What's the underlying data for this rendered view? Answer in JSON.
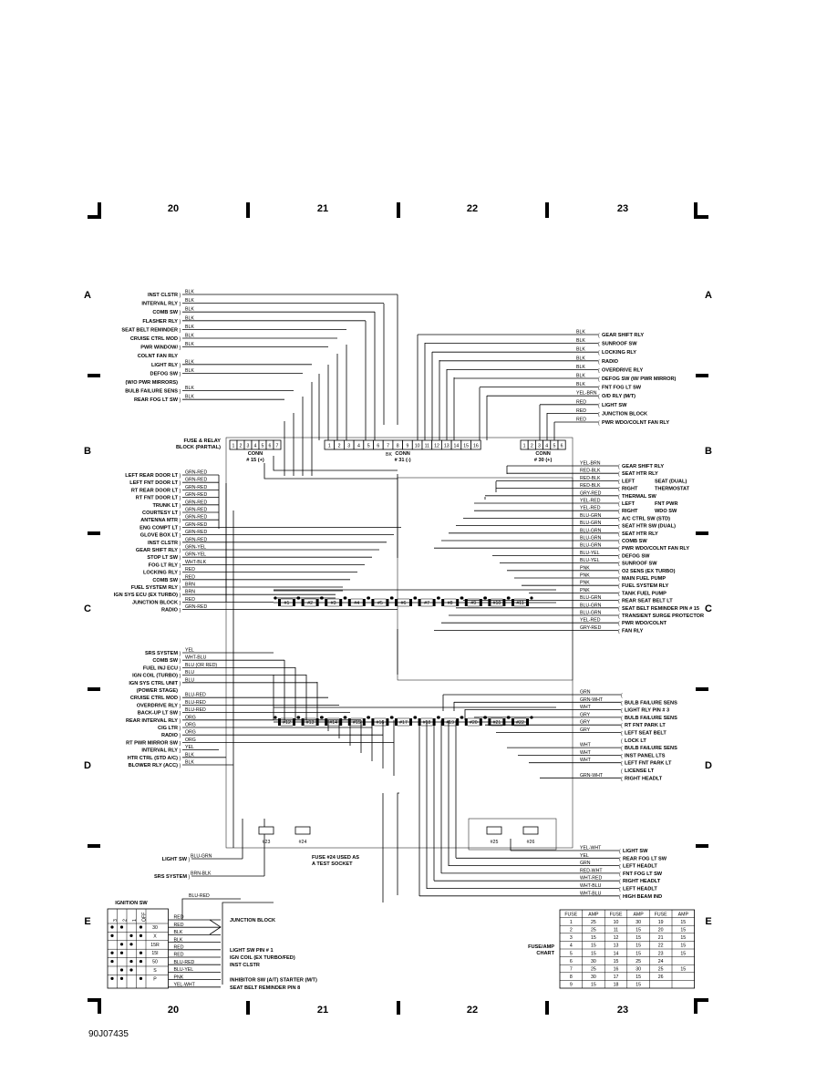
{
  "grid": {
    "columns": [
      "20",
      "21",
      "22",
      "23"
    ],
    "rows": [
      "A",
      "B",
      "C",
      "D",
      "E"
    ]
  },
  "drawing_number": "90J07435",
  "fuse_block": {
    "title_line1": "FUSE & RELAY",
    "title_line2": "BLOCK (PARTIAL)",
    "connectors": [
      {
        "pins": [
          "1",
          "2",
          "3",
          "4",
          "5",
          "6",
          "7"
        ],
        "name_line1": "CONN",
        "name_line2": "# 15 (+)"
      },
      {
        "pins": [
          "1",
          "2",
          "3",
          "4",
          "5",
          "6",
          "7",
          "8",
          "9",
          "10",
          "11",
          "12",
          "13",
          "14",
          "15",
          "16"
        ],
        "name_line1": "CONN",
        "name_line2": "# 31 (-)"
      },
      {
        "pins": [
          "1",
          "2",
          "3",
          "4",
          "5",
          "6"
        ],
        "name_line1": "CONN",
        "name_line2": "# 30 (+)"
      }
    ],
    "fuse_row1": [
      "#1",
      "#2",
      "#3",
      "#4",
      "#5",
      "#6",
      "#7",
      "#8",
      "#9",
      "#10",
      "#11"
    ],
    "fuse_row2": [
      "#12",
      "#13",
      "#14",
      "#15",
      "#16",
      "#17",
      "#18",
      "#19",
      "#20",
      "#21",
      "#22"
    ],
    "fuse_row3": [
      "#23",
      "#24",
      "#25",
      "#26"
    ],
    "socket_note_line1": "FUSE #24 USED AS",
    "socket_note_line2": "A TEST SOCKET"
  },
  "left_top": [
    {
      "label": "INST CLSTR",
      "color": "BLK"
    },
    {
      "label": "INTERVAL RLY",
      "color": "BLK"
    },
    {
      "label": "COMB SW",
      "color": "BLK"
    },
    {
      "label": "FLASHER RLY",
      "color": "BLK"
    },
    {
      "label": "SEAT BELT REMINDER",
      "color": "BLK"
    },
    {
      "label": "CRUISE CTRL MOD",
      "color": "BLK"
    },
    {
      "label": "PWR WINDOW/",
      "color": "BLK"
    },
    {
      "label": "COLNT FAN RLY",
      "color": ""
    },
    {
      "label": "LIGHT RLY",
      "color": "BLK"
    },
    {
      "label": "DEFOG SW",
      "color": "BLK"
    },
    {
      "label": "(W/O PWR MIRRORS)",
      "color": ""
    },
    {
      "label": "BULB FAILURE SENS",
      "color": "BLK"
    },
    {
      "label": "REAR FOG LT SW",
      "color": "BLK"
    }
  ],
  "right_top": [
    {
      "color": "BLK",
      "label": "GEAR SHIFT RLY"
    },
    {
      "color": "BLK",
      "label": "SUNROOF SW"
    },
    {
      "color": "BLK",
      "label": "LOCKING RLY"
    },
    {
      "color": "BLK",
      "label": "RADIO"
    },
    {
      "color": "BLK",
      "label": "OVERDRIVE RLY"
    },
    {
      "color": "BLK",
      "label": "DEFOG SW (W/ PWR MIRROR)"
    },
    {
      "color": "BLK",
      "label": "FNT FOG LT SW"
    },
    {
      "color": "YEL-BRN",
      "label": "O/D RLY (M/T)"
    },
    {
      "color": "RED",
      "label": "LIGHT SW"
    },
    {
      "color": "RED",
      "label": "JUNCTION BLOCK"
    },
    {
      "color": "RED",
      "label": "PWR WDO/COLNT FAN RLY"
    }
  ],
  "left_mid": [
    {
      "label": "LEFT REAR DOOR LT",
      "color": "GRN-RED"
    },
    {
      "label": "LEFT FNT DOOR LT",
      "color": "GRN-RED"
    },
    {
      "label": "RT REAR DOOR LT",
      "color": "GRN-RED"
    },
    {
      "label": "RT FNT DOOR LT",
      "color": "GRN-RED"
    },
    {
      "label": "TRUNK LT",
      "color": "GRN-RED"
    },
    {
      "label": "COURTESY LT",
      "color": "GRN-RED"
    },
    {
      "label": "ANTENNA MTR",
      "color": "GRN-RED"
    },
    {
      "label": "ENG COMPT LT",
      "color": "GRN-RED"
    },
    {
      "label": "GLOVE BOX LT",
      "color": "GRN-RED"
    },
    {
      "label": "INST CLSTR",
      "color": "GRN-RED"
    },
    {
      "label": "GEAR SHIFT RLY",
      "color": "GRN-YEL"
    },
    {
      "label": "STOP LT SW",
      "color": "GRN-YEL"
    },
    {
      "label": "FOG LT RLY",
      "color": "WHT-BLK"
    },
    {
      "label": "LOCKING RLY",
      "color": "RED"
    },
    {
      "label": "COMB SW",
      "color": "RED"
    },
    {
      "label": "FUEL SYSTEM RLY",
      "color": "BRN"
    },
    {
      "label": "IGN SYS ECU (EX TURBO)",
      "color": "BRN"
    },
    {
      "label": "JUNCTION BLOCK",
      "color": "RED"
    },
    {
      "label": "RADIO",
      "color": "GRN-RED"
    }
  ],
  "right_mid": [
    {
      "color": "YEL-BRN",
      "label": "GEAR SHIFT RLY"
    },
    {
      "color": "RED-BLK",
      "label": "SEAT HTR RLY"
    },
    {
      "color": "RED-BLK",
      "label": "LEFT",
      "brace": "SEAT   (DUAL)"
    },
    {
      "color": "RED-BLK",
      "label": "RIGHT",
      "brace": "THERMOSTAT"
    },
    {
      "color": "GRY-RED",
      "label": "THERMAL SW"
    },
    {
      "color": "YEL-RED",
      "label": "LEFT",
      "brace": "FNT PWR"
    },
    {
      "color": "YEL-RED",
      "label": "RIGHT",
      "brace": "WDO SW"
    },
    {
      "color": "BLU-GRN",
      "label": "A/C CTRL SW (STD)"
    },
    {
      "color": "BLU-GRN",
      "label": "SEAT HTR SW (DUAL)"
    },
    {
      "color": "BLU-GRN",
      "label": "SEAT HTR RLY"
    },
    {
      "color": "BLU-GRN",
      "label": "COMB SW"
    },
    {
      "color": "BLU-GRN",
      "label": "PWR WDO/COLNT FAN RLY"
    },
    {
      "color": "BLU-YEL",
      "label": "DEFOG SW"
    },
    {
      "color": "BLU-YEL",
      "label": "SUNROOF SW"
    },
    {
      "color": "PNK",
      "label": "O2 SENS (EX TURBO)"
    },
    {
      "color": "PNK",
      "label": "MAIN FUEL PUMP"
    },
    {
      "color": "PNK",
      "label": "FUEL SYSTEM RLY"
    },
    {
      "color": "PNK",
      "label": "TANK FUEL PUMP"
    },
    {
      "color": "BLU-GRN",
      "label": "REAR SEAT BELT LT"
    },
    {
      "color": "BLU-GRN",
      "label": "SEAT BELT REMINDER PIN # 15"
    },
    {
      "color": "BLU-GRN",
      "label": "TRANSIENT SURGE PROTECTOR"
    },
    {
      "color": "YEL-RED",
      "label": "PWR WDO/COLNT"
    },
    {
      "color": "GRY-RED",
      "label": "FAN RLY"
    }
  ],
  "left_low": [
    {
      "label": "SRS SYSTEM",
      "color": "YEL"
    },
    {
      "label": "COMB SW",
      "color": "WHT-BLU"
    },
    {
      "label": "FUEL INJ ECU",
      "color": "BLU (OR RED)"
    },
    {
      "label": "IGN COIL (TURBO)",
      "color": "BLU"
    },
    {
      "label": "IGN SYS CTRL UNIT",
      "color": "BLU"
    },
    {
      "label": "(POWER STAGE)",
      "color": ""
    },
    {
      "label": "CRUISE CTRL MOD",
      "color": "BLU-RED"
    },
    {
      "label": "OVERDRIVE RLY",
      "color": "BLU-RED"
    },
    {
      "label": "BACK-UP LT SW",
      "color": "BLU-RED"
    },
    {
      "label": "REAR INTERVAL RLY",
      "color": "ORG"
    },
    {
      "label": "CIG LTR",
      "color": "ORG"
    },
    {
      "label": "RADIO",
      "color": "ORG"
    },
    {
      "label": "RT PWR MIRROR SW",
      "color": "ORG"
    },
    {
      "label": "INTERVAL RLY",
      "color": "YEL"
    },
    {
      "label": "HTR CTRL (STD A/C)",
      "color": "BLK"
    },
    {
      "label": "BLOWER RLY (ACC)",
      "color": "BLK"
    }
  ],
  "right_low": [
    {
      "color": "GRN",
      "label": ""
    },
    {
      "color": "GRN-WHT",
      "label": "BULB FAILURE SENS"
    },
    {
      "color": "WHT",
      "label": "LIGHT RLY PIN # 3"
    },
    {
      "color": "GRY",
      "label": "BULB FAILURE SENS"
    },
    {
      "color": "GRY",
      "label": "RT FNT PARK LT"
    },
    {
      "color": "GRY",
      "label": "LEFT SEAT BELT"
    },
    {
      "color": "",
      "label": "LOCK LT"
    },
    {
      "color": "WHT",
      "label": "BULB FAILURE SENS"
    },
    {
      "color": "WHT",
      "label": "INST PANEL LTS"
    },
    {
      "color": "WHT",
      "label": "LEFT FNT PARK LT"
    },
    {
      "color": "",
      "label": "LICENSE LT"
    },
    {
      "color": "GRN-WHT",
      "label": "RIGHT HEADLT"
    }
  ],
  "left_bottom": [
    {
      "label": "LIGHT SW",
      "color": "BLU-GRN"
    },
    {
      "label": "SRS SYSTEM",
      "color": "BRN-BLK"
    }
  ],
  "right_bottom": [
    {
      "color": "YEL-WHT",
      "label": "LIGHT SW"
    },
    {
      "color": "YEL",
      "label": "REAR FOG LT SW"
    },
    {
      "color": "GRN",
      "label": "LEFT HEADLT"
    },
    {
      "color": "RED-WHT",
      "label": "FNT FOG LT SW"
    },
    {
      "color": "WHT-RED",
      "label": "RIGHT HEADLT"
    },
    {
      "color": "WHT-BLU",
      "label": "LEFT HEADLT"
    },
    {
      "color": "WHT-BLU",
      "label": "HIGH BEAM IND"
    }
  ],
  "ignition": {
    "title": "IGNITION SW",
    "headers": [
      "3",
      "2",
      "1",
      "OFF"
    ],
    "row_labels": [
      "30",
      "X",
      "15R",
      "15I",
      "50",
      "S",
      "P"
    ],
    "wires": [
      {
        "color": "RED",
        "label": "JUNCTION BLOCK"
      },
      {
        "color": "RED",
        "label": ""
      },
      {
        "color": "BLK",
        "label": ""
      },
      {
        "color": "BLK",
        "label": ""
      },
      {
        "color": "RED",
        "label": "LIGHT SW PIN # 1"
      },
      {
        "color": "RED",
        "label": "IGN COIL (EX TURBO/FED)"
      },
      {
        "color": "BLU-RED",
        "label": "INST CLSTR"
      },
      {
        "color": "BLU-YEL",
        "label": ""
      },
      {
        "color": "PNK",
        "label": "INHIBITOR SW (A/T) STARTER (M/T)"
      },
      {
        "color": "YEL-WHT",
        "label": "SEAT BELT REMINDER PIN 8"
      }
    ],
    "top_wire": "BLU-RED"
  },
  "fuse_amp_chart": {
    "title_line1": "FUSE/AMP",
    "title_line2": "CHART",
    "headers": [
      "FUSE",
      "AMP",
      "FUSE",
      "AMP",
      "FUSE",
      "AMP"
    ],
    "rows": [
      [
        "1",
        "25",
        "10",
        "30",
        "19",
        "15"
      ],
      [
        "2",
        "25",
        "11",
        "15",
        "20",
        "15"
      ],
      [
        "3",
        "15",
        "12",
        "15",
        "21",
        "15"
      ],
      [
        "4",
        "15",
        "13",
        "15",
        "22",
        "15"
      ],
      [
        "5",
        "15",
        "14",
        "15",
        "23",
        "15"
      ],
      [
        "6",
        "30",
        "15",
        "25",
        "24",
        ""
      ],
      [
        "7",
        "25",
        "16",
        "30",
        "25",
        "15"
      ],
      [
        "8",
        "30",
        "17",
        "15",
        "26",
        ""
      ],
      [
        "9",
        "15",
        "18",
        "15",
        "",
        ""
      ]
    ]
  }
}
